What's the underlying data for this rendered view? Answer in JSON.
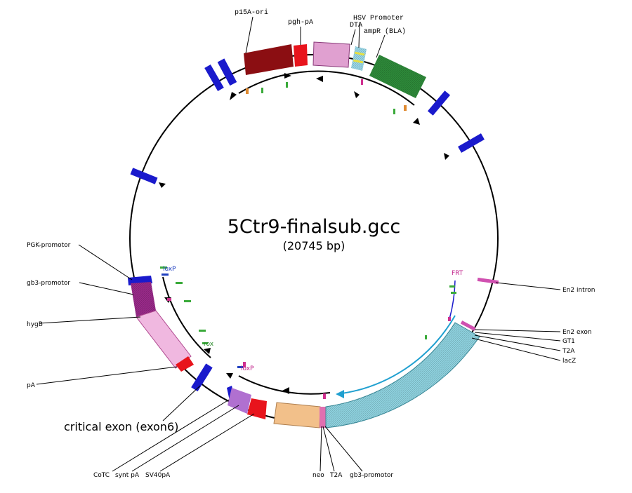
{
  "plasmid": {
    "name": "5Ctr9-finalsub.gcc",
    "size": "(20745 bp)"
  },
  "features": {
    "p15a": "p15A-ori",
    "pgh": "pgh-pA",
    "hsv": "HSV Promoter",
    "dta": "DTA",
    "ampr": "ampR (BLA)",
    "pgk": "PGK-promotor",
    "gb3_left": "gb3-promotor",
    "hygb": "hygB",
    "pa": "pA",
    "critical_exon": "critical exon (exon6)",
    "cotc": "CoTC",
    "synt_pa": "synt pA",
    "sv40pa": "SV40pA",
    "neo": "neo",
    "t2a_bottom": "T2A",
    "gb3_bottom": "gb3-promotor",
    "en2_intron": "En2 intron",
    "en2_exon": "En2 exon",
    "gt1": "GT1",
    "t2a_right": "T2A",
    "lacz": "lacZ"
  },
  "sites": {
    "frt": "FRT",
    "loxp_left": "loxP",
    "rox": "rox",
    "loxp_bottom": "loxP"
  },
  "colors": {
    "backbone": "#000000",
    "p15a": "#8b0e12",
    "pgh": "#e8141c",
    "dta": "#e0a0d0",
    "hsv": "#9ad8e8",
    "ampr": "#2e8b3a",
    "homology_bar": "#1a1acc",
    "hygb": "#f0b8e0",
    "pgk_gb3": "#9a2a8a",
    "neo": "#f2c08a",
    "lacz": "#8fd3e0",
    "cassette_purple": "#b070d0",
    "arrow_cyan": "#20a0d0",
    "site_green": "#3aaa3a",
    "site_magenta": "#d03090"
  }
}
